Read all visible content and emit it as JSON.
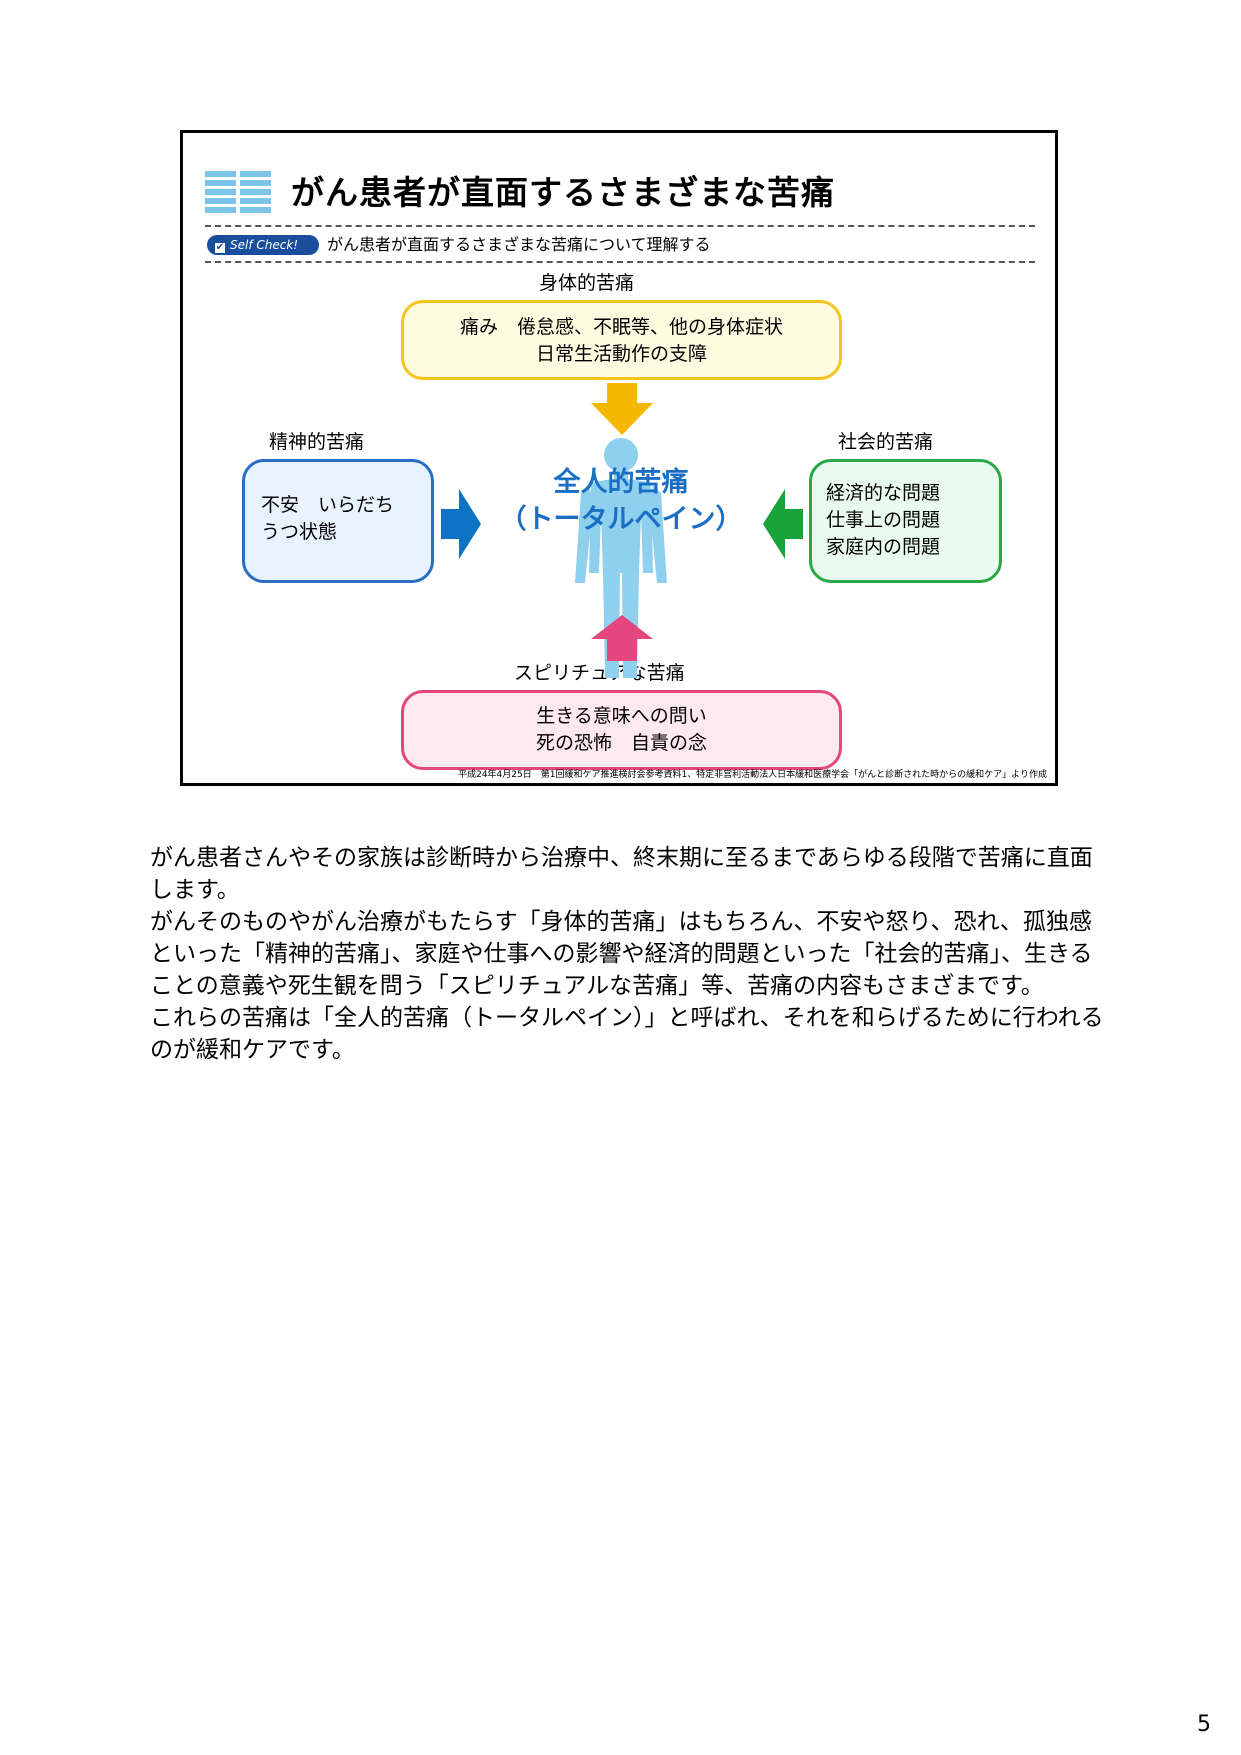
{
  "slide": {
    "title": "がん患者が直面するさまざまな苦痛",
    "self_check_badge": "Self Check!",
    "self_check_text": "がん患者が直面するさまざまな苦痛について理解する",
    "physical": {
      "label": "身体的苦痛",
      "lines": [
        "痛み　倦怠感、不眠等、他の身体症状",
        "日常生活動作の支障"
      ]
    },
    "mental": {
      "label": "精神的苦痛",
      "lines": [
        "不安　いらだち",
        "うつ状態"
      ]
    },
    "social": {
      "label": "社会的苦痛",
      "lines": [
        "経済的な問題",
        "仕事上の問題",
        "家庭内の問題"
      ]
    },
    "spiritual": {
      "label": "スピリチュアな苦痛",
      "lines": [
        "生きる意味への問い",
        "死の恐怖　自責の念"
      ]
    },
    "center": {
      "line1": "全人的苦痛",
      "line2": "（トータルペイン）"
    },
    "source": "平成24年4月25日　第1回緩和ケア推進検討会参考資料1、特定非営利活動法人日本緩和医療学会「がんと診断された時からの緩和ケア」より作成",
    "colors": {
      "physical": "#f5c518",
      "mental": "#2b6cc4",
      "social": "#2aa845",
      "spiritual": "#e4467d",
      "center_text": "#1a6fc4",
      "figure": "#8fd0ee"
    }
  },
  "body": {
    "paragraphs": [
      "がん患者さんやその家族は診断時から治療中、終末期に至るまであらゆる段階で苦痛に直面します。",
      "がんそのものやがん治療がもたらす「身体的苦痛」はもちろん、不安や怒り、恐れ、孤独感といった「精神的苦痛」、家庭や仕事への影響や経済的問題といった「社会的苦痛」、生きることの意義や死生観を問う「スピリチュアルな苦痛」等、苦痛の内容もさまざまです。",
      "これらの苦痛は「全人的苦痛（トータルペイン）」と呼ばれ、それを和らげるために行われるのが緩和ケアです。"
    ]
  },
  "page_number": "5"
}
